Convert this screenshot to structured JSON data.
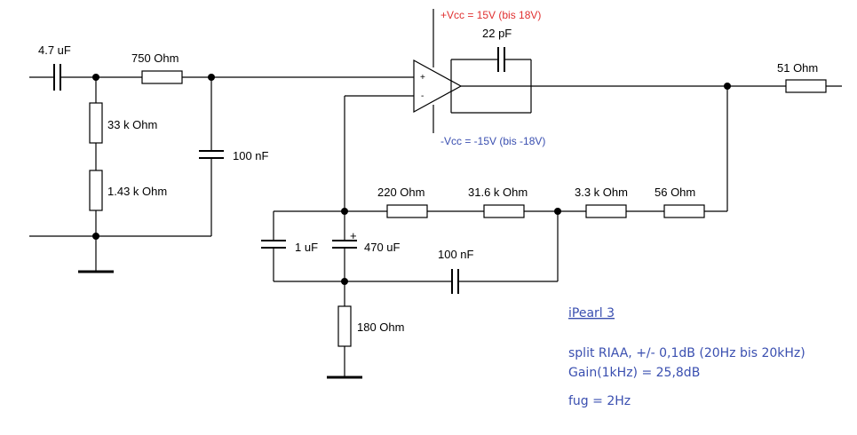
{
  "colors": {
    "line": "#000000",
    "vcc_pos": "#e03030",
    "vcc_neg": "#3a4fb0",
    "notes": "#3a4fb0"
  },
  "labels": {
    "c_input": "4.7 uF",
    "r_series": "750  Ohm",
    "r_33k": "33 k Ohm",
    "r_143k": "1.43 k Ohm",
    "c_100n_in": "100 nF",
    "vcc_pos": "+Vcc = 15V (bis 18V)",
    "vcc_neg": "-Vcc = -15V (bis -18V)",
    "c_22p": "22 pF",
    "r_51": "51  Ohm",
    "r_220": "220  Ohm",
    "r_316k": "31.6 k Ohm",
    "r_33k_fb": "3.3 k Ohm",
    "r_56": "56  Ohm",
    "c_1u": "1 uF",
    "c_470u": "470 uF",
    "c_470u_polarity": "+",
    "c_100n_fb": "100 nF",
    "r_180": "180  Ohm",
    "opamp_plus": "+",
    "opamp_minus": "-"
  },
  "notes": {
    "title": "iPearl 3",
    "line1": "split RIAA,  +/- 0,1dB (20Hz bis 20kHz)",
    "line2": "Gain(1kHz) = 25,8dB",
    "line3": "fug = 2Hz"
  }
}
